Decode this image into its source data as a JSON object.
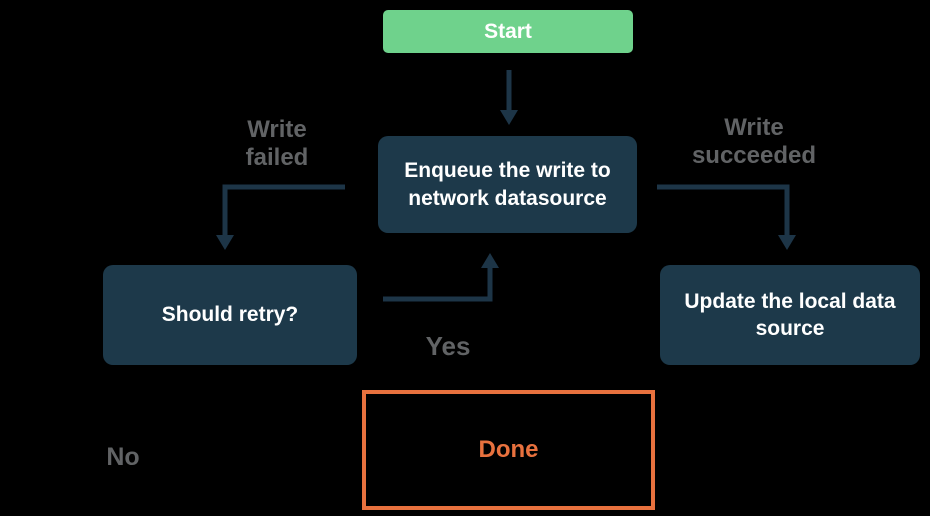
{
  "colors": {
    "background": "#000000",
    "start_fill": "#6fd28c",
    "node_fill": "#1d394a",
    "node_text": "#ffffff",
    "arrow": "#1d3547",
    "label_gray": "#616365",
    "done_accent": "#e8713e"
  },
  "nodes": {
    "start": {
      "label": "Start"
    },
    "enqueue": {
      "label": "Enqueue the write to network datasource"
    },
    "should_retry": {
      "label": "Should retry?"
    },
    "update_local": {
      "label": "Update the local data source"
    },
    "done": {
      "label": "Done"
    }
  },
  "edge_labels": {
    "write_failed": "Write failed",
    "write_succeeded": "Write succeeded",
    "yes": "Yes",
    "no": "No"
  }
}
